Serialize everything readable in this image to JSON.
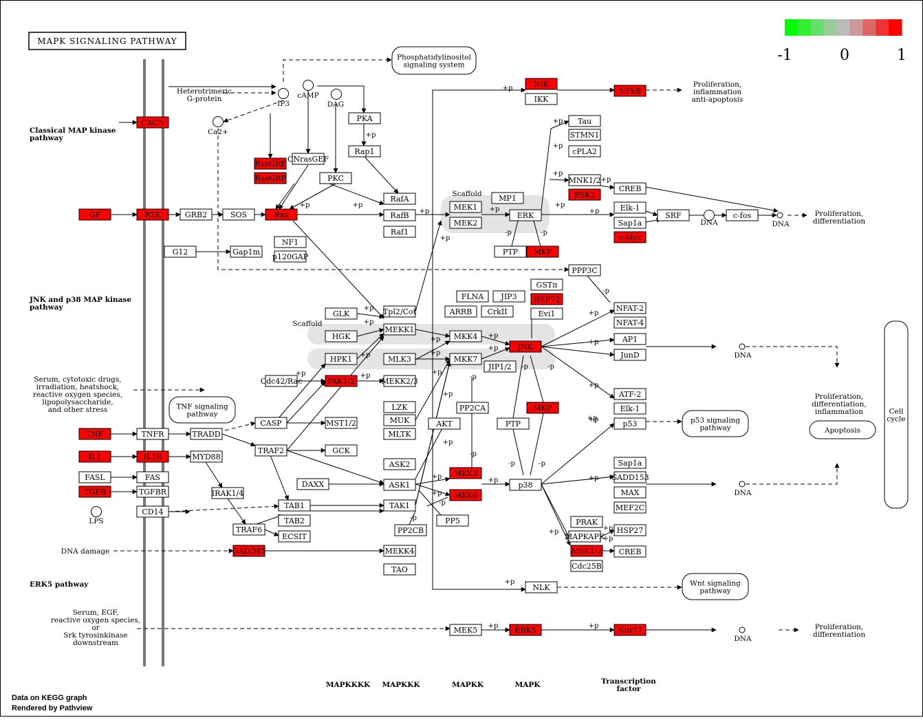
{
  "title": "MAPK SIGNALING PATHWAY",
  "legend": {
    "min_label": "-1",
    "mid_label": "0",
    "max_label": "1",
    "colors": [
      "#00ff00",
      "#33ee33",
      "#66dd66",
      "#99cc99",
      "#bbbbbb",
      "#cc9999",
      "#dd6666",
      "#ee3333",
      "#ff0000"
    ]
  },
  "footer": {
    "line1": "Data on KEGG graph",
    "line2": "Rendered by Pathview"
  },
  "section_labels": {
    "classical": "Classical MAP kinase\npathway",
    "jnk": "JNK and p38 MAP kinase\npathway",
    "erk5": "ERK5 pathway"
  },
  "column_labels": [
    "MAPKKKK",
    "MAPKKK",
    "MAPKK",
    "MAPK",
    "Transcription\nfactor"
  ],
  "stimuli": [
    "Heterotrimeric\nG-protein",
    "Serum, cytotoxic drugs,\nirradiation, heatshock,\nreactive oxygen species,\nlipopolysaccharide,\nand other stress",
    "DNA damage",
    "Serum, EGF,\nreactive oxygen species,\nor\nSrk tyrosinkinase\ndownstream"
  ],
  "outcomes": [
    "Proliferation,\ninflammation\nanti-apoptosis",
    "Proliferation,\ndifferentiation",
    "Proliferation,\ndifferentiation,\ninflammation",
    "Proliferation,\ndifferentiation"
  ],
  "compounds": [
    "IP3",
    "cAMP",
    "DAG",
    "Ca2+",
    "LPS",
    "DNA"
  ],
  "scaffold_label": "Scaffold",
  "phospho_labels": [
    "+p",
    "-p"
  ],
  "pathway_links": [
    "Phosphatidylinositol\nsignaling system",
    "TNF signaling\npathway",
    "p53 signaling\npathway",
    "Wnt signaling\npathway",
    "Apoptosis",
    "Cell\ncycle"
  ],
  "genes": [
    {
      "label": "CACN",
      "red": true
    },
    {
      "label": "GF",
      "red": true
    },
    {
      "label": "RTK",
      "red": true
    },
    {
      "label": "GRB2",
      "red": false
    },
    {
      "label": "SOS",
      "red": false
    },
    {
      "label": "Ras",
      "red": true
    },
    {
      "label": "RasGRF",
      "red": true
    },
    {
      "label": "RasGRP",
      "red": true
    },
    {
      "label": "CNrasGEF",
      "red": false
    },
    {
      "label": "PKA",
      "red": false
    },
    {
      "label": "Rap1",
      "red": false
    },
    {
      "label": "PKC",
      "red": false
    },
    {
      "label": "RafA",
      "red": false
    },
    {
      "label": "RafB",
      "red": false
    },
    {
      "label": "Raf1",
      "red": false
    },
    {
      "label": "NF1",
      "red": false
    },
    {
      "label": "p120GAP",
      "red": false
    },
    {
      "label": "G12",
      "red": false
    },
    {
      "label": "Gap1m",
      "red": false
    },
    {
      "label": "MEK1",
      "red": false
    },
    {
      "label": "MEK2",
      "red": false
    },
    {
      "label": "MP1",
      "red": false
    },
    {
      "label": "ERK",
      "red": false
    },
    {
      "label": "PTP",
      "red": false
    },
    {
      "label": "MKP",
      "red": true
    },
    {
      "label": "NIK",
      "red": true
    },
    {
      "label": "IKK",
      "red": false
    },
    {
      "label": "NFkB",
      "red": true
    },
    {
      "label": "Tau",
      "red": false
    },
    {
      "label": "STMN1",
      "red": false
    },
    {
      "label": "cPLA2",
      "red": false
    },
    {
      "label": "MNK1/2",
      "red": false
    },
    {
      "label": "RSK2",
      "red": true
    },
    {
      "label": "CREB",
      "red": false
    },
    {
      "label": "Elk-1",
      "red": false
    },
    {
      "label": "Sap1a",
      "red": false
    },
    {
      "label": "c-Myc",
      "red": true
    },
    {
      "label": "SRF",
      "red": false
    },
    {
      "label": "c-fos",
      "red": false
    },
    {
      "label": "PPP3C",
      "red": false
    },
    {
      "label": "NFAT-2",
      "red": false
    },
    {
      "label": "NFAT-4",
      "red": false
    },
    {
      "label": "GLK",
      "red": false
    },
    {
      "label": "HGK",
      "red": false
    },
    {
      "label": "HPK1",
      "red": false
    },
    {
      "label": "Tpl2/Cot",
      "red": false
    },
    {
      "label": "MEKK1",
      "red": false
    },
    {
      "label": "MLK3",
      "red": false
    },
    {
      "label": "FLNA",
      "red": false
    },
    {
      "label": "JIP3",
      "red": false
    },
    {
      "label": "ARRB",
      "red": false
    },
    {
      "label": "CrkII",
      "red": false
    },
    {
      "label": "GSTπ",
      "red": false
    },
    {
      "label": "HSP72",
      "red": true
    },
    {
      "label": "Evi1",
      "red": false
    },
    {
      "label": "MKK4",
      "red": false
    },
    {
      "label": "MKK7",
      "red": false
    },
    {
      "label": "JNK",
      "red": true
    },
    {
      "label": "JIP1/2",
      "red": false
    },
    {
      "label": "AP1",
      "red": false
    },
    {
      "label": "JunD",
      "red": false
    },
    {
      "label": "Cdc42/Rac",
      "red": false
    },
    {
      "label": "PAK1/2",
      "red": true
    },
    {
      "label": "MEKK2/3",
      "red": false
    },
    {
      "label": "LZK",
      "red": false
    },
    {
      "label": "MUK",
      "red": false
    },
    {
      "label": "MLTK",
      "red": false
    },
    {
      "label": "PP2CA",
      "red": false
    },
    {
      "label": "AKT",
      "red": false
    },
    {
      "label": "PTP",
      "red": false
    },
    {
      "label": "MKP",
      "red": true
    },
    {
      "label": "ATF-2",
      "red": false
    },
    {
      "label": "Elk-1",
      "red": false
    },
    {
      "label": "p53",
      "red": false
    },
    {
      "label": "TNF",
      "red": true
    },
    {
      "label": "TNFR",
      "red": false
    },
    {
      "label": "TRADD",
      "red": false
    },
    {
      "label": "CASP",
      "red": false
    },
    {
      "label": "MST1/2",
      "red": false
    },
    {
      "label": "TRAF2",
      "red": false
    },
    {
      "label": "GCK",
      "red": false
    },
    {
      "label": "IL1",
      "red": true
    },
    {
      "label": "IL1R",
      "red": true
    },
    {
      "label": "MYD88",
      "red": false
    },
    {
      "label": "FASL",
      "red": false
    },
    {
      "label": "FAS",
      "red": false
    },
    {
      "label": "TGFB",
      "red": true
    },
    {
      "label": "TGFBR",
      "red": false
    },
    {
      "label": "CD14",
      "red": false
    },
    {
      "label": "IRAK1/4",
      "red": false
    },
    {
      "label": "DAXX",
      "red": false
    },
    {
      "label": "ASK2",
      "red": false
    },
    {
      "label": "ASK1",
      "red": false
    },
    {
      "label": "MKK3",
      "red": true
    },
    {
      "label": "MKK6",
      "red": true
    },
    {
      "label": "p38",
      "red": false
    },
    {
      "label": "TAB1",
      "red": false
    },
    {
      "label": "TAB2",
      "red": false
    },
    {
      "label": "TAK1",
      "red": false
    },
    {
      "label": "TRAF6",
      "red": false
    },
    {
      "label": "ECSIT",
      "red": false
    },
    {
      "label": "PP2CB",
      "red": false
    },
    {
      "label": "PP5",
      "red": false
    },
    {
      "label": "Sap1a",
      "red": false
    },
    {
      "label": "GADD153",
      "red": false
    },
    {
      "label": "MAX",
      "red": false
    },
    {
      "label": "MEF2C",
      "red": false
    },
    {
      "label": "PRAK",
      "red": false
    },
    {
      "label": "MAPKAPK",
      "red": false
    },
    {
      "label": "HSP27",
      "red": false
    },
    {
      "label": "MSK1/2",
      "red": true
    },
    {
      "label": "CREB",
      "red": false
    },
    {
      "label": "Cdc25B",
      "red": false
    },
    {
      "label": "GADD45",
      "red": true
    },
    {
      "label": "MEKK4",
      "red": false
    },
    {
      "label": "TAO",
      "red": false
    },
    {
      "label": "NLK",
      "red": false
    },
    {
      "label": "MEK5",
      "red": false
    },
    {
      "label": "ERK5",
      "red": true
    },
    {
      "label": "Nur77",
      "red": true
    }
  ]
}
